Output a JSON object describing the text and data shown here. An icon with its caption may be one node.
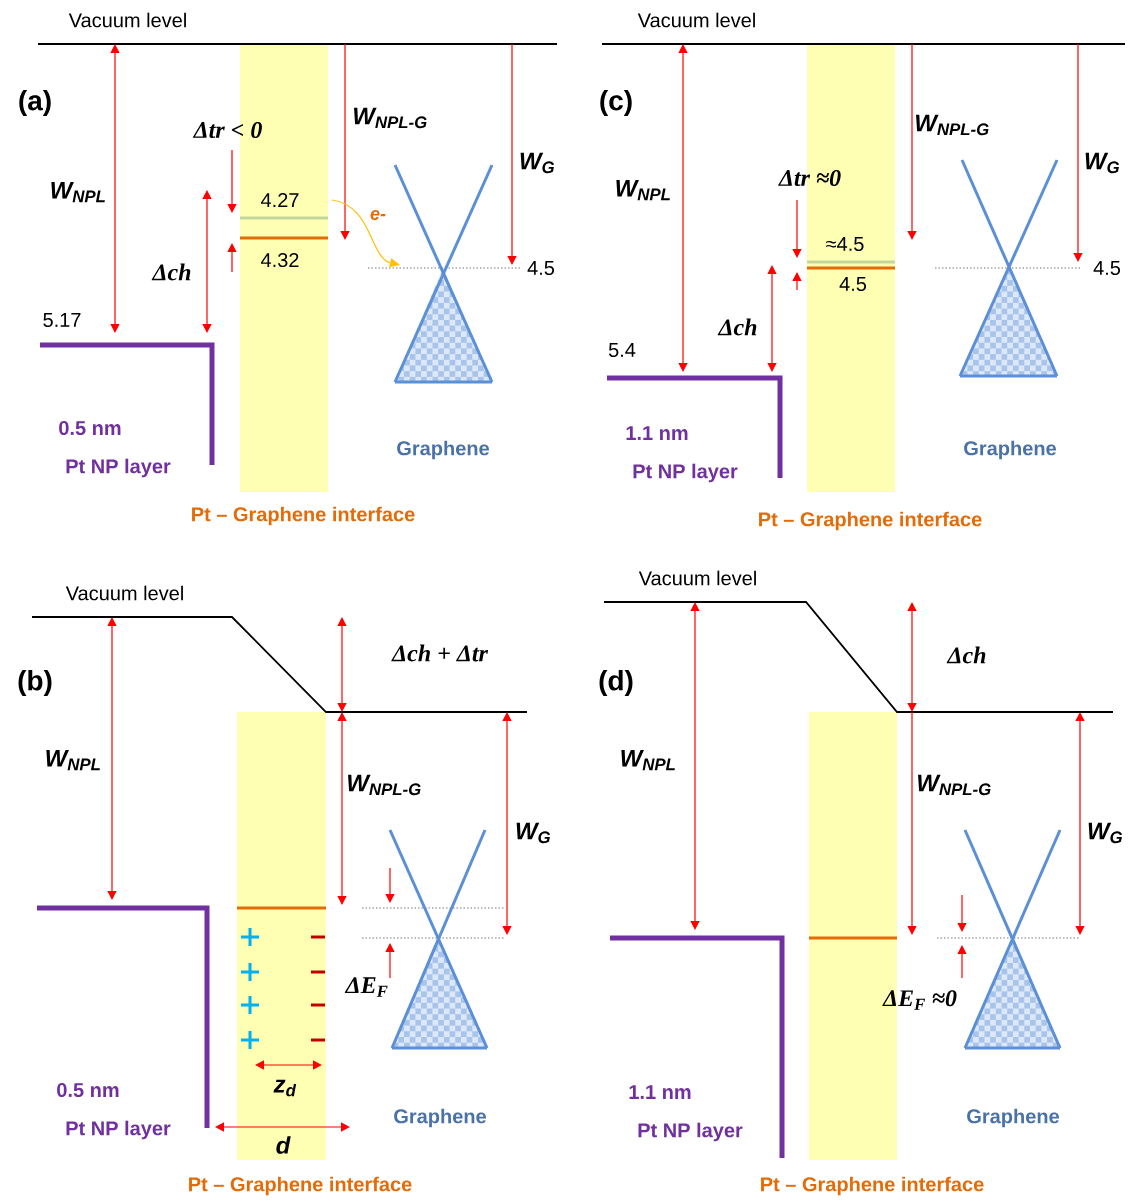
{
  "diagram": {
    "labels": [
      "Vacuum level",
      "(a)",
      "Δtr < 0",
      "W$_{NPL-G}$",
      "W$_{G}$",
      "W$_{NPL}$",
      "4.27",
      "e-",
      "Δch",
      "4.32",
      "4.5",
      "5.17",
      "0.5 nm",
      "Pt NP layer",
      "Graphene",
      "Pt – Graphene interface",
      "Vacuum level",
      "(c)",
      "W$_{NPL-G}$",
      "W$_{G}$",
      "Δtr ≈0",
      "W$_{NPL}$",
      "≈4.5",
      "4.5",
      "4.5",
      "Δch",
      "5.4",
      "1.1 nm",
      "Pt NP layer",
      "Graphene",
      "Pt – Graphene interface",
      "Vacuum level",
      "Δch + Δtr",
      "(b)",
      "W$_{NPL}$",
      "W$_{NPL-G}$",
      "W$_{G}$",
      "ΔE$_{F}$",
      "z$_{d}$",
      "0.5 nm",
      "d",
      "Graphene",
      "Pt NP layer",
      "Pt – Graphene interface",
      "Vacuum level",
      "Δch",
      "(d)",
      "W$_{NPL}$",
      "W$_{NPL-G}$",
      "W$_{G}$",
      "ΔE$_{F}$ ≈0",
      "1.1 nm",
      "Graphene",
      "Pt NP layer",
      "Pt – Graphene interface"
    ]
  }
}
